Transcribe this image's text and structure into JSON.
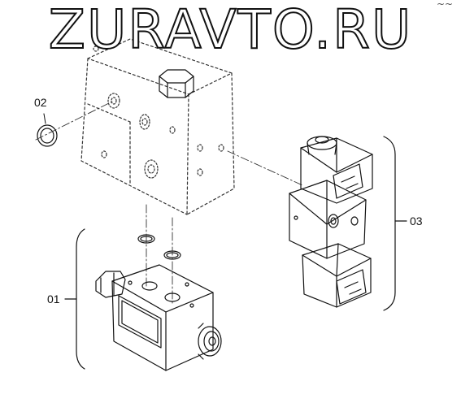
{
  "watermark": "ZURAVTO.RU",
  "corner_mark": "~~",
  "callouts": {
    "c02": "02",
    "c03": "03",
    "c01": "01"
  }
}
